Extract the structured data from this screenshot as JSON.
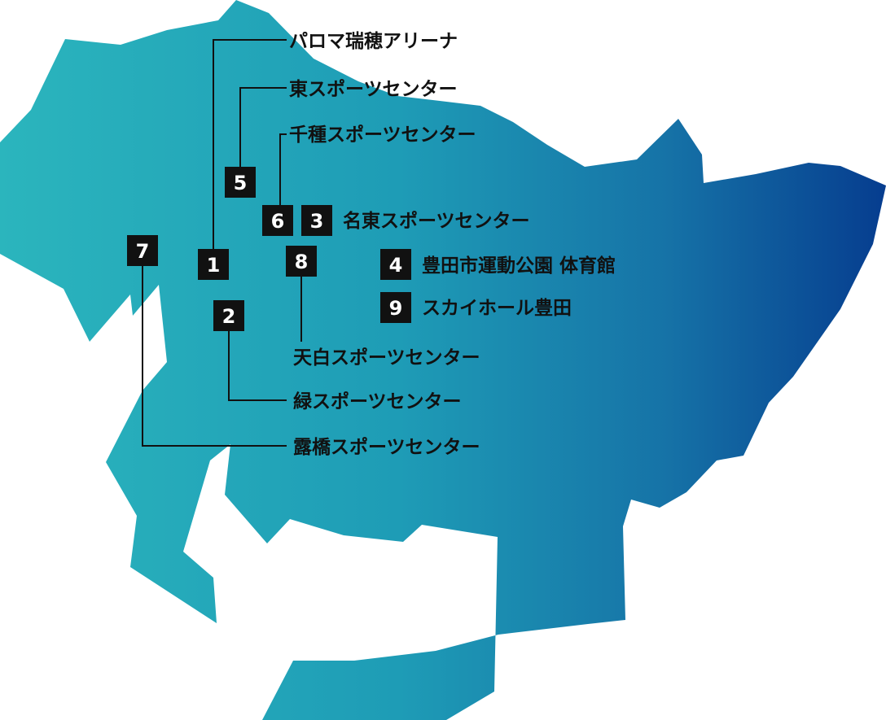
{
  "map": {
    "colors": {
      "gradient_start": "#2bb5bd",
      "gradient_end": "#063d8f",
      "badge": "#111111",
      "label": "#111111"
    },
    "venues": [
      {
        "number": "1",
        "label": "パロマ瑞穂アリーナ"
      },
      {
        "number": "2",
        "label": "緑スポーツセンター"
      },
      {
        "number": "3",
        "label": "名東スポーツセンター"
      },
      {
        "number": "4",
        "label": "豊田市運動公園 体育館"
      },
      {
        "number": "5",
        "label": "東スポーツセンター"
      },
      {
        "number": "6",
        "label": "千種スポーツセンター"
      },
      {
        "number": "7",
        "label": "露橋スポーツセンター"
      },
      {
        "number": "8",
        "label": "天白スポーツセンター"
      },
      {
        "number": "9",
        "label": "スカイホール豊田"
      }
    ]
  }
}
